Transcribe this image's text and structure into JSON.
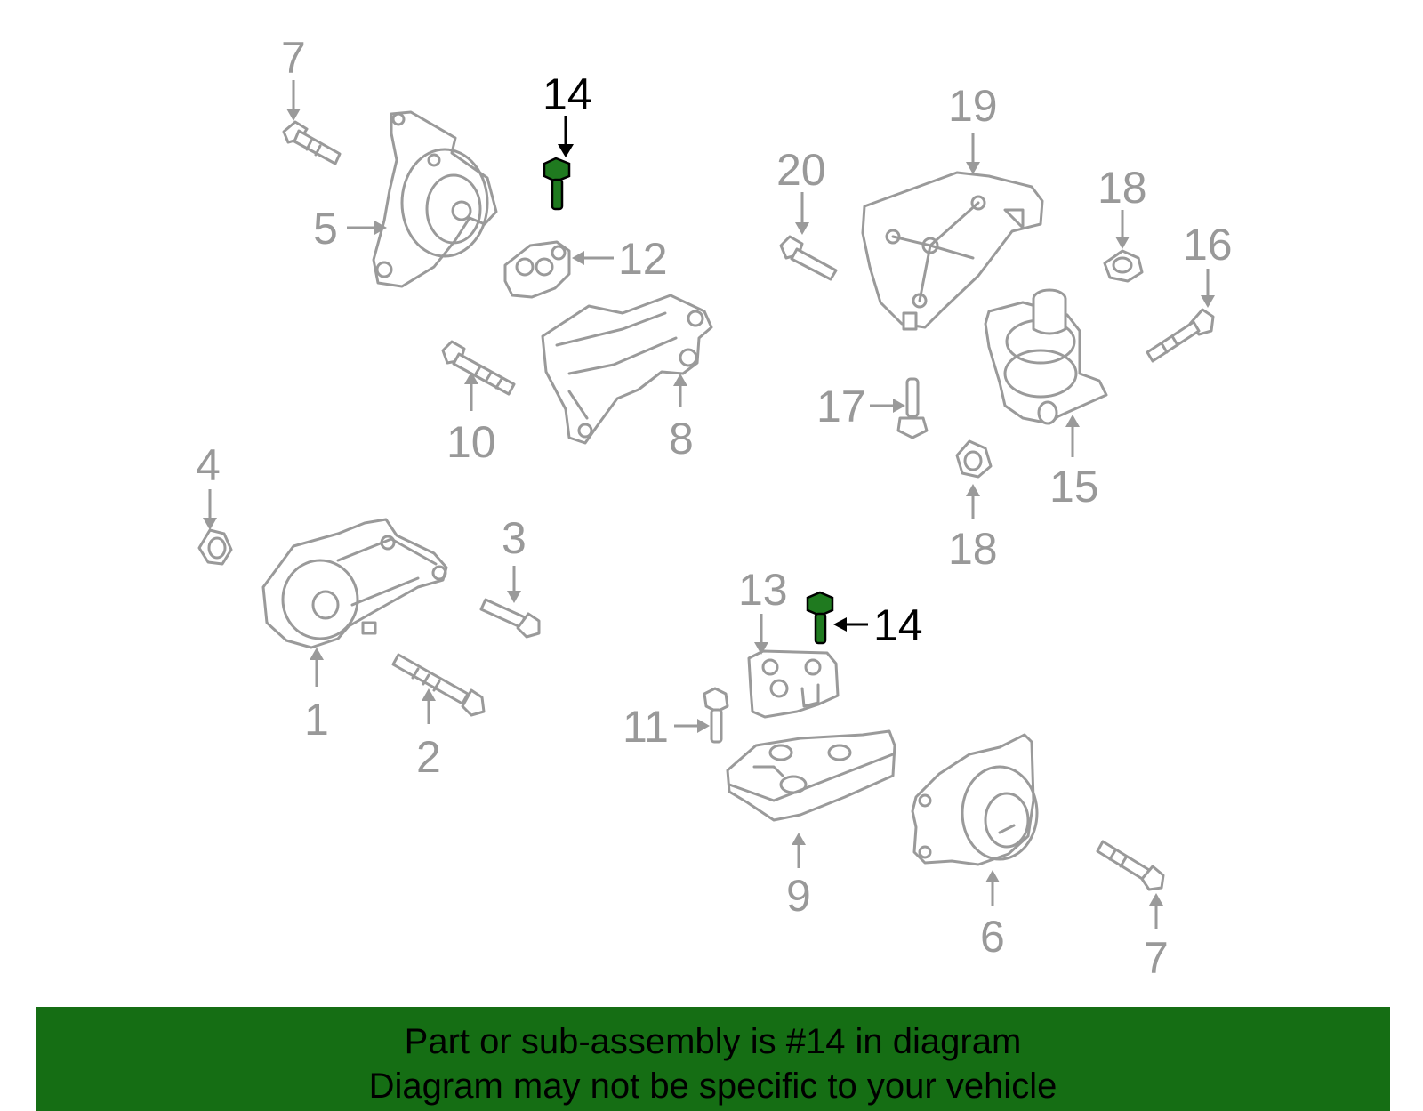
{
  "callouts": {
    "c1": "1",
    "c2": "2",
    "c3": "3",
    "c4": "4",
    "c5": "5",
    "c6": "6",
    "c7a": "7",
    "c7b": "7",
    "c8": "8",
    "c9": "9",
    "c10": "10",
    "c11": "11",
    "c12": "12",
    "c13": "13",
    "c14a": "14",
    "c14b": "14",
    "c15": "15",
    "c16": "16",
    "c17": "17",
    "c18a": "18",
    "c18b": "18",
    "c19": "19",
    "c20": "20"
  },
  "colors": {
    "banner_bg": "#156e14",
    "highlight_bolt": "#1f7a1f",
    "part_line": "#9a9a9a"
  },
  "banner": {
    "line1": "Part or sub-assembly is #14 in diagram",
    "line2": "Diagram may not be specific to your vehicle"
  }
}
